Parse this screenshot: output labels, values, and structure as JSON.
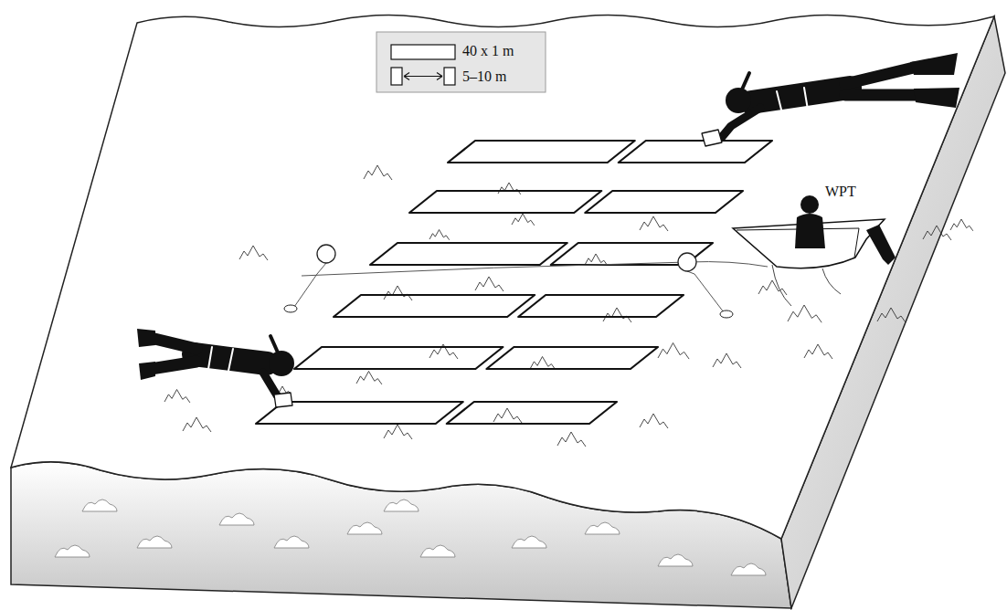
{
  "diagram": {
    "labels": [
      "WPT"
    ],
    "legend": [
      {
        "text": "40 x 1 m"
      },
      {
        "text": "5–10 m"
      }
    ]
  }
}
